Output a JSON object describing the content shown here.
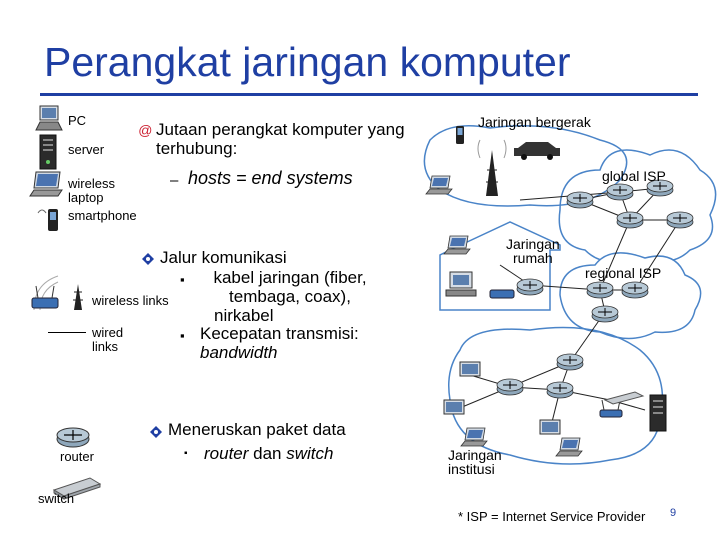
{
  "title": "Perangkat jaringan komputer",
  "legend": {
    "pc": "PC",
    "server": "server",
    "wireless_laptop": "wireless laptop",
    "smartphone": "smartphone",
    "wireless_links": "wireless links",
    "wired_links": "wired links",
    "router": "router",
    "switch": "switch"
  },
  "bullets": {
    "b1_line1": "Jutaan perangkat komputer yang",
    "b1_line2": "terhubung:",
    "b1_dash": "–",
    "b1_sub": "hosts = end systems",
    "b2_head": "Jalur komunikasi",
    "b2_s1_l1": "kabel jaringan (fiber,",
    "b2_s1_l2": "tembaga, coax),",
    "b2_s1_l3": "nirkabel",
    "b2_s2_l1": "Kecepatan transmisi:",
    "b2_s2_l2": "bandwidth",
    "b3_head": "Meneruskan paket data",
    "b3_sub_a": "router",
    "b3_sub_b": " dan ",
    "b3_sub_c": "switch"
  },
  "diagram": {
    "mobile": "Jaringan bergerak",
    "global_isp": "global ISP",
    "home_l1": "Jaringan",
    "home_l2": "rumah",
    "regional_isp": "regional ISP",
    "inst_l1": "Jaringan",
    "inst_l2": "institusi"
  },
  "footer": {
    "note": "* ISP = Internet Service Provider",
    "page": "9"
  },
  "colors": {
    "title": "#1f3fa3",
    "router_fill": "#b7c9d6",
    "cloud": "#4a84c8"
  }
}
